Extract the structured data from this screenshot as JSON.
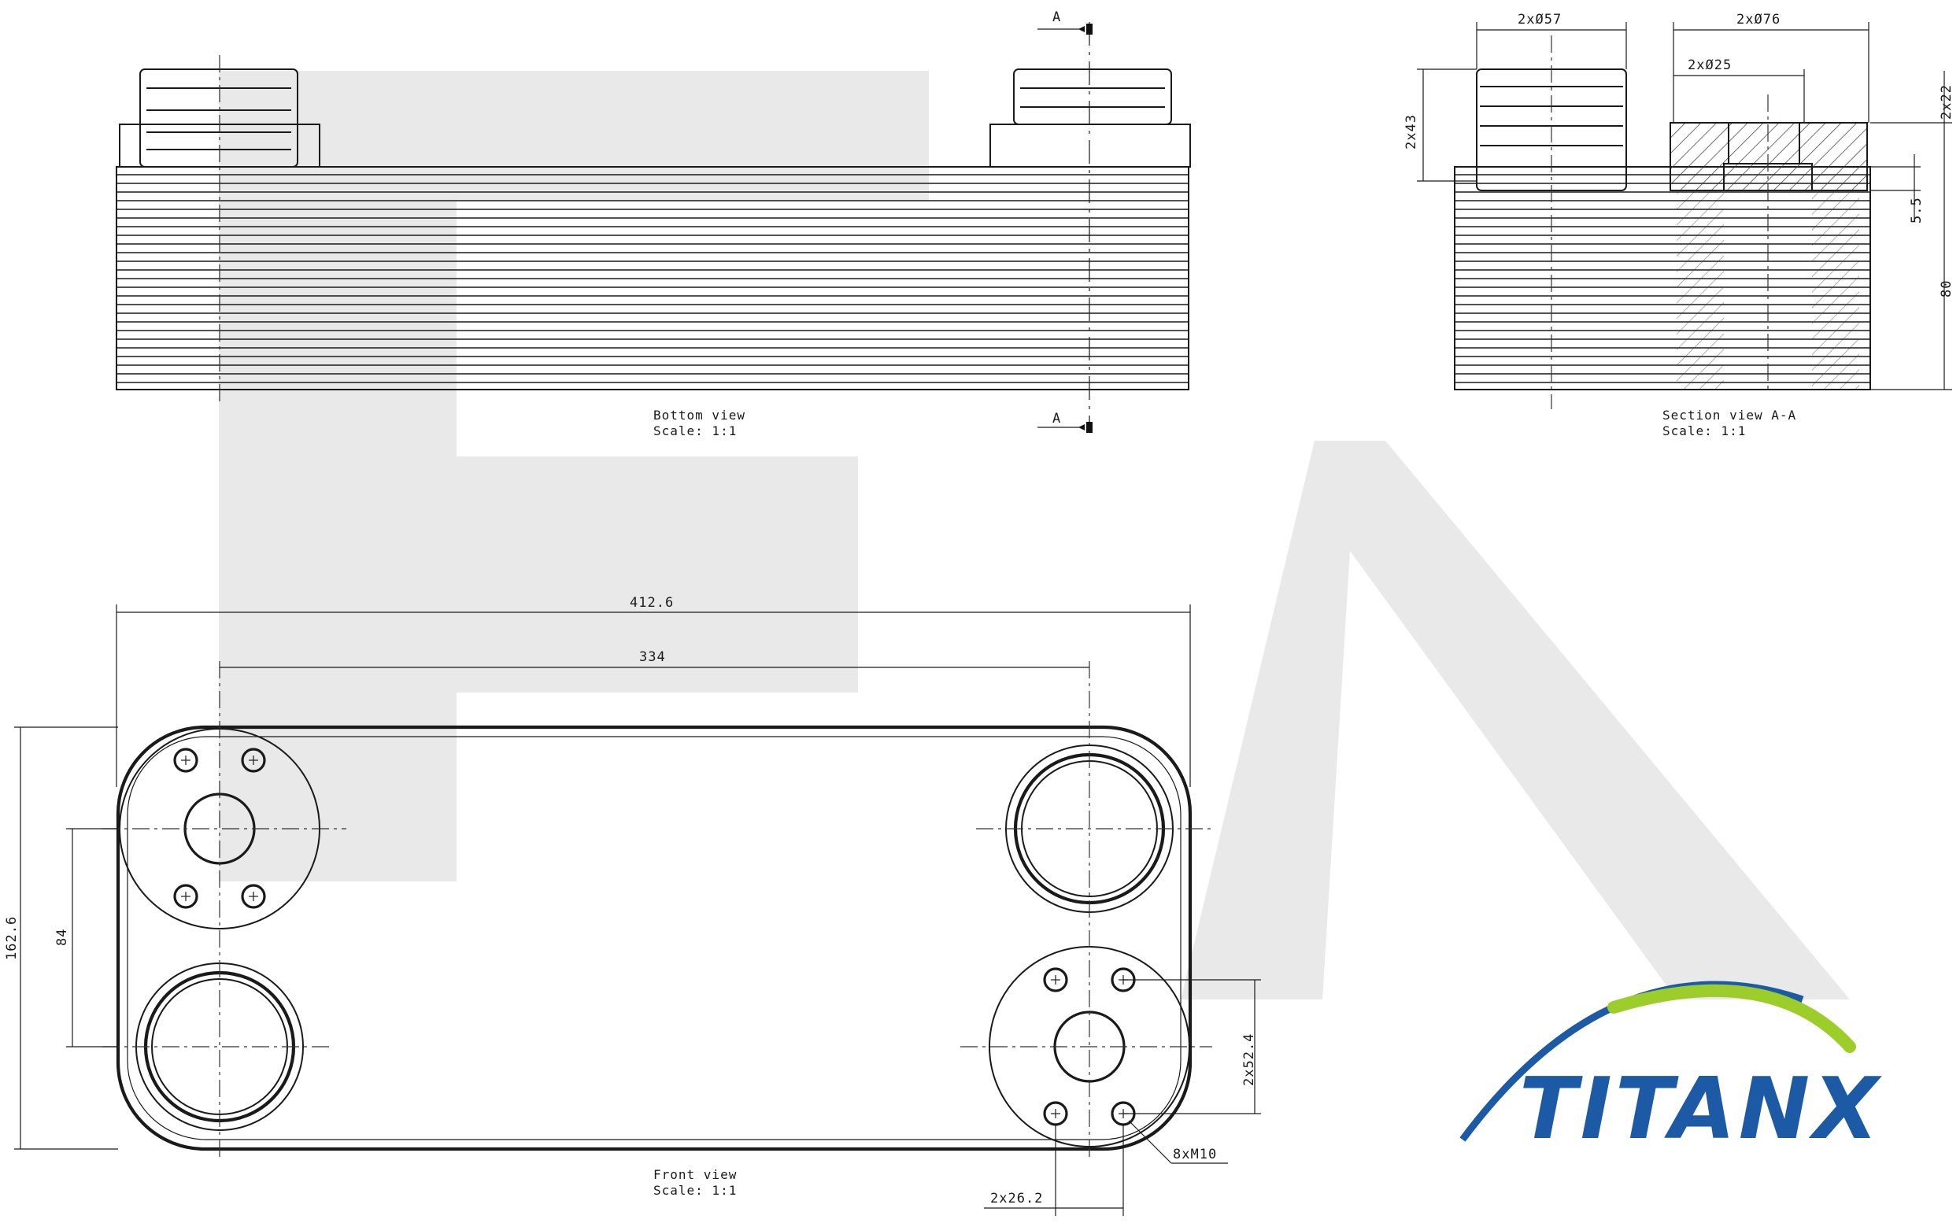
{
  "views": {
    "bottom": {
      "caption": "Bottom view",
      "scale": "Scale:  1:1"
    },
    "section": {
      "caption": "Section view A-A",
      "scale": "Scale:  1:1"
    },
    "front": {
      "caption": "Front view",
      "scale": "Scale:  1:1"
    }
  },
  "section_marker": {
    "top": "A",
    "bottom": "A"
  },
  "dimensions": {
    "width_total": "412.6",
    "port_spacing": "334",
    "height_total": "162.6",
    "port_vertical": "84",
    "bolt_vertical": "2x52.4",
    "bolt_horizontal": "2x26.2",
    "bolts": "8xM10",
    "dia_57": "2xØ57",
    "dia_76": "2xØ76",
    "dia_25": "2xØ25",
    "len_43": "2x43",
    "len_22": "2x22",
    "len_5_5": "5.5",
    "len_80": "80"
  },
  "brand": {
    "name": "TITANX",
    "primary_color": "#1d5aa5",
    "accent_color": "#9ccd2a"
  }
}
